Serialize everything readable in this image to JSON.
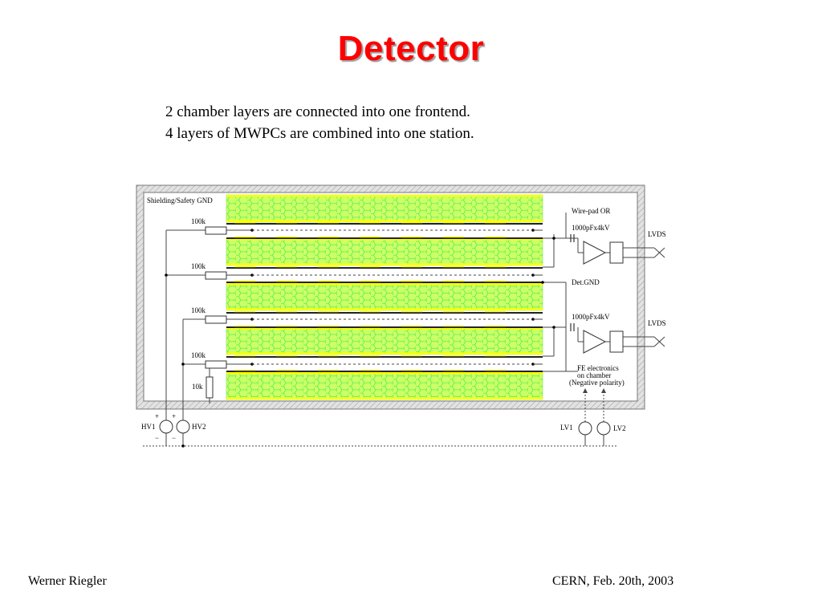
{
  "slide": {
    "title": "Detector",
    "bullets": [
      "2 chamber layers are connected into one frontend.",
      "4 layers of MWPCs are combined into one station."
    ],
    "footer_left": "Werner Riegler",
    "footer_right": "CERN, Feb. 20th, 2003"
  },
  "diagram": {
    "shielding_label": "Shielding/Safety GND",
    "resistor_labels": [
      "100k",
      "100k",
      "100k",
      "100k",
      "10k"
    ],
    "wire_pad_label": "Wire-pad OR",
    "capacitor_labels": [
      "1000pFx4kV",
      "1000pFx4kV"
    ],
    "det_gnd_label": "Det.GND",
    "lvds_labels": [
      "LVDS",
      "LVDS"
    ],
    "fe_labels": [
      "FE electronics",
      "on chamber",
      "(Negative polarity)"
    ],
    "hv_labels": [
      "HV1",
      "HV2"
    ],
    "lv_labels": [
      "LV1",
      "LV2"
    ],
    "plus_sign": "+",
    "minus_sign": "−",
    "colors": {
      "title": "#ff0000",
      "honeycomb_fill": "#ccff66",
      "honeycomb_line": "#55ee55",
      "chamber_edge": "#ffff00",
      "frame": "#d4d4d4"
    }
  }
}
